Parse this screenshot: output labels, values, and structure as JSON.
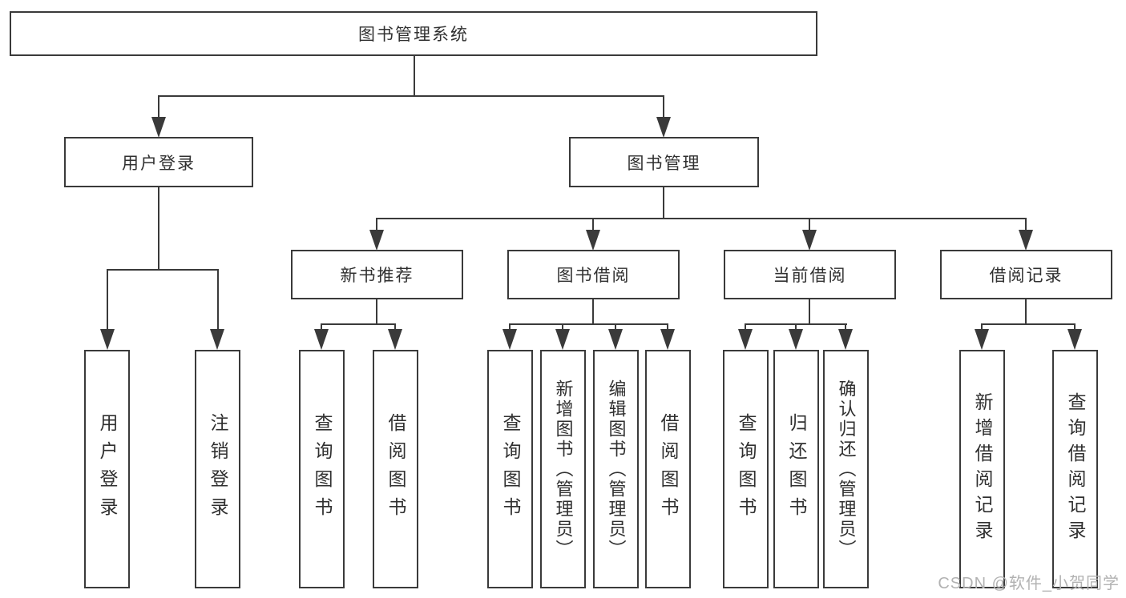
{
  "tree": {
    "root": {
      "label": "图书管理系统"
    },
    "branches": [
      {
        "label": "用户登录",
        "children": [
          {
            "label": "用户登录"
          },
          {
            "label": "注销登录"
          }
        ]
      },
      {
        "label": "图书管理",
        "groups": [
          {
            "label": "新书推荐",
            "children": [
              {
                "label": "查询图书"
              },
              {
                "label": "借阅图书"
              }
            ]
          },
          {
            "label": "图书借阅",
            "children": [
              {
                "label": "查询图书"
              },
              {
                "label": "新增图书（管理员）"
              },
              {
                "label": "编辑图书（管理员）"
              },
              {
                "label": "借阅图书"
              }
            ]
          },
          {
            "label": "当前借阅",
            "children": [
              {
                "label": "查询图书"
              },
              {
                "label": "归还图书"
              },
              {
                "label": "确认归还（管理员）"
              }
            ]
          },
          {
            "label": "借阅记录",
            "children": [
              {
                "label": "新增借阅记录"
              },
              {
                "label": "查询借阅记录"
              }
            ]
          }
        ]
      }
    ]
  },
  "watermark": {
    "text": "CSDN @软件_小贺同学"
  },
  "colors": {
    "line": "#3a3a3a",
    "background": "#ffffff",
    "text": "#303030",
    "watermark": "#b2b2b2"
  }
}
